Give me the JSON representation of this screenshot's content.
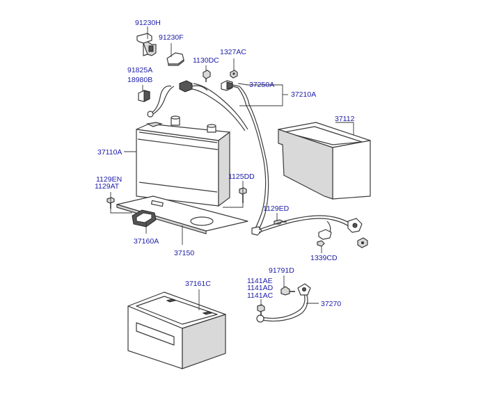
{
  "diagram": {
    "colors": {
      "label": "#1a1aa8",
      "line": "#3a3a3a",
      "background": "#ffffff"
    },
    "labels": {
      "p91230H": "91230H",
      "p91230F": "91230F",
      "p1327AC": "1327AC",
      "p1130DC": "1130DC",
      "p91825A": "91825A",
      "p18980B": "18980B",
      "p37250A": "37250A",
      "p37210A": "37210A",
      "p37112": "37112",
      "p37110A": "37110A",
      "p1125DD": "1125DD",
      "p1129EN": "1129EN",
      "p1129AT": "1129AT",
      "p1129ED": "1129ED",
      "p37160A": "37160A",
      "p37150": "37150",
      "p1339CD": "1339CD",
      "p91791D": "91791D",
      "p1141AE": "1141AE",
      "p1141AD": "1141AD",
      "p1141AC": "1141AC",
      "p37270": "37270",
      "p37161C": "37161C"
    }
  }
}
